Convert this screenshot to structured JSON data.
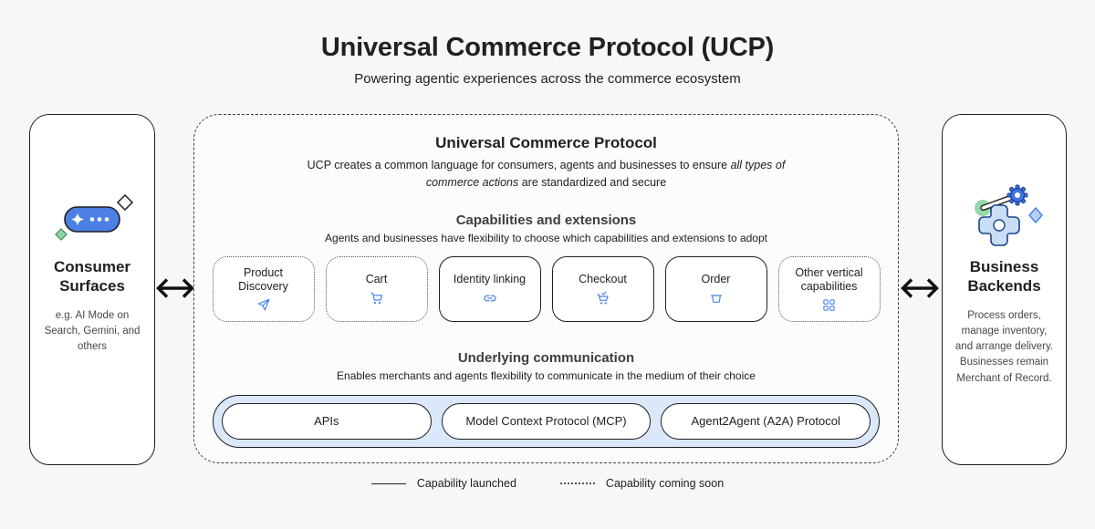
{
  "page": {
    "title": "Universal Commerce Protocol (UCP)",
    "subtitle": "Powering agentic experiences across the commerce ecosystem"
  },
  "consumer_surfaces": {
    "title": "Consumer Surfaces",
    "description": "e.g. AI Mode on Search, Gemini, and others",
    "icon": "chat-pill-sparkle-icon"
  },
  "business_backends": {
    "title": "Business Backends",
    "description": "Process orders, manage inventory, and arrange delivery. Businesses remain Merchant of Record.",
    "icon": "gears-icon"
  },
  "ucp_panel": {
    "title": "Universal Commerce Protocol",
    "description_prefix": "UCP creates a common language for consumers, agents and businesses to ensure ",
    "description_italic": "all types of commerce actions",
    "description_suffix": " are standardized and secure",
    "capabilities": {
      "heading": "Capabilities and extensions",
      "subheading": "Agents and businesses have flexibility to choose which capabilities and extensions to adopt",
      "items": [
        {
          "label": "Product Discovery",
          "icon": "send-icon",
          "status": "coming-soon"
        },
        {
          "label": "Cart",
          "icon": "cart-icon",
          "status": "coming-soon"
        },
        {
          "label": "Identity linking",
          "icon": "link-icon",
          "status": "launched"
        },
        {
          "label": "Checkout",
          "icon": "cart-checkout-icon",
          "status": "launched"
        },
        {
          "label": "Order",
          "icon": "order-basket-icon",
          "status": "launched"
        },
        {
          "label": "Other vertical capabilities",
          "icon": "grid-icon",
          "status": "coming-soon"
        }
      ]
    },
    "communication": {
      "heading": "Underlying communication",
      "subheading": "Enables merchants and agents flexibility to communicate in the medium of their choice",
      "protocols": [
        "APIs",
        "Model Context Protocol (MCP)",
        "Agent2Agent (A2A) Protocol"
      ]
    }
  },
  "legend": {
    "launched": "Capability launched",
    "coming_soon": "Capability coming soon"
  },
  "colors": {
    "accent_blue": "#4683ec",
    "light_blue_fill": "#dbe8fa",
    "green": "#8fd6a5",
    "text_dark": "#202124",
    "text_gray": "#44474a",
    "background": "#f6f7f8"
  }
}
